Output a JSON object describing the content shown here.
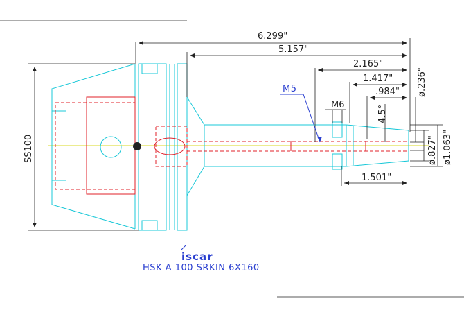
{
  "dimensions": {
    "overall_length": "6.299\"",
    "shank_length": "5.157\"",
    "tip_length": "2.165\"",
    "length_1417": "1.417\"",
    "length_984": ".984\"",
    "length_1501": "1.501\"",
    "dia_236": "ø.236\"",
    "dia_827": "ø.827\"",
    "dia_1063": "ø1.063\"",
    "angle": "4.5°",
    "thread_m6": "M6",
    "thread_m5": "M5",
    "flange": "SS100"
  },
  "logo": {
    "brand": "iscar"
  },
  "title": {
    "part_number": "HSK A 100 SRKIN 6X160"
  }
}
